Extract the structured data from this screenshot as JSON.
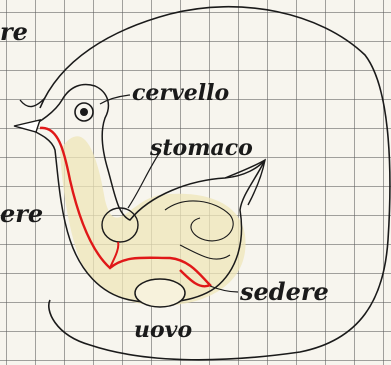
{
  "labels": {
    "top_left": "re",
    "head_part": "cervello",
    "middle_part": "stomaco",
    "left_part": "ere",
    "right_part": "sedere",
    "bottom_part": "uovo"
  },
  "colors": {
    "paper": "#f7f5ee",
    "grid": "#5a5a5a",
    "ink": "#1a1a1a",
    "tract": "#e01818",
    "wash": "#efe6b8"
  }
}
